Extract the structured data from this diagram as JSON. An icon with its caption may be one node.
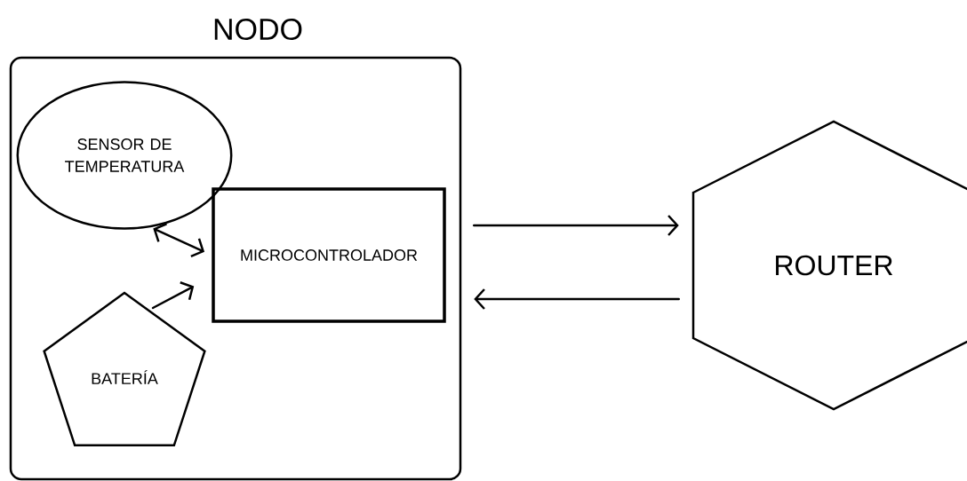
{
  "diagram": {
    "nodes": [
      {
        "text": [
          "NODO"
        ]
      },
      {
        "text": [
          "SENSOR DE TEMPERATURA"
        ],
        "in": 0
      },
      {
        "text": [
          "MICROCONTROLADOR"
        ],
        "in": 0
      },
      {
        "text": [
          "BATERÍA"
        ],
        "in": 0
      },
      {
        "text": [
          "ROUTER"
        ]
      }
    ],
    "edges": [
      {
        "from": 1,
        "to": 2,
        "arrow": "both"
      },
      {
        "from": 3,
        "to": 2,
        "arrow": "to"
      },
      {
        "from": 0,
        "to": 4,
        "arrow": "to"
      },
      {
        "from": 4,
        "to": 0,
        "arrow": "to"
      }
    ]
  }
}
